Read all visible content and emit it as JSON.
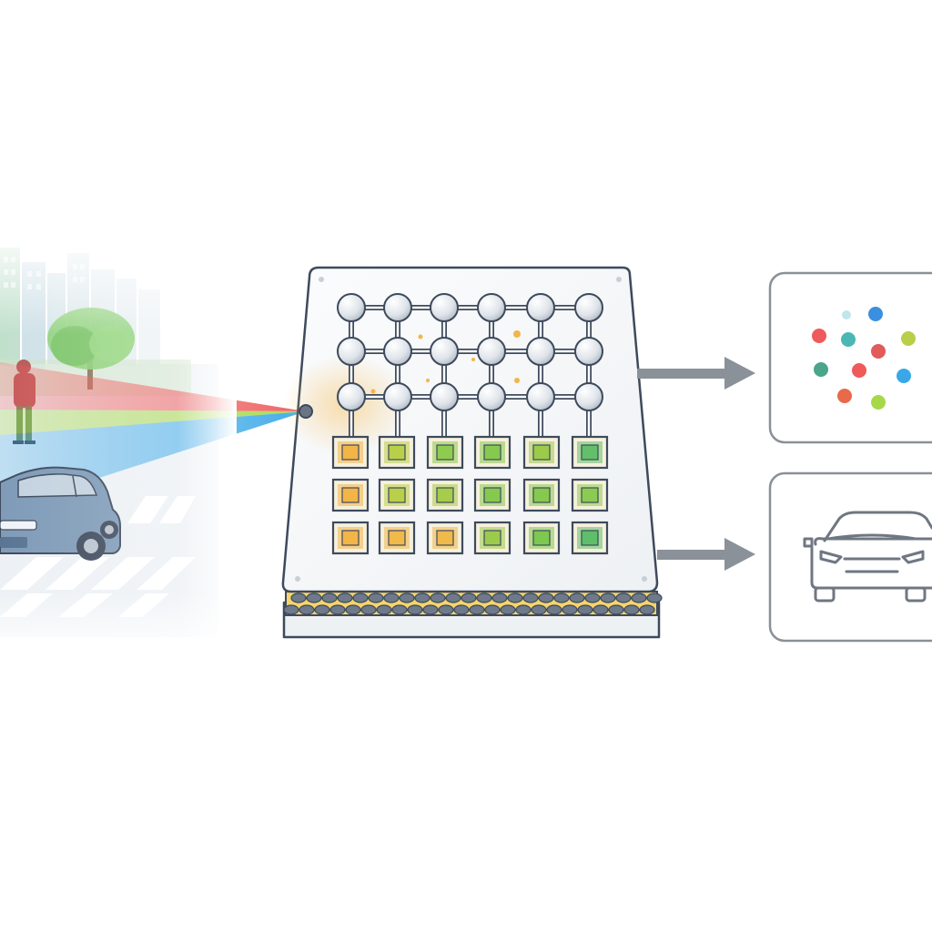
{
  "colors": {
    "background": "#ffffff",
    "outline": "#3e4a5c",
    "beam_red": "#ef5a5a",
    "beam_green": "#a6d84a",
    "beam_blue": "#3aa8e8",
    "car_body": "#7f9bb8",
    "node": "#dfe4ea",
    "pixel_orange": "#f3b548",
    "pixel_green": "#7dc850",
    "arrow": "#8a9199",
    "panel_border": "#8a9098"
  },
  "scene": {
    "elements": [
      "city-buildings",
      "tree",
      "pedestrian",
      "car",
      "crosswalk"
    ],
    "beam_colors": [
      "red",
      "green",
      "blue"
    ]
  },
  "chip": {
    "node_rows": 3,
    "node_cols": 6,
    "pixel_rows": 3,
    "pixel_cols": 6,
    "pixel_colors": [
      [
        "#f3b548",
        "#b9cf4a",
        "#8fcb4e",
        "#86c94f",
        "#9ccb4c",
        "#63c06a"
      ],
      [
        "#f3b548",
        "#b9cf4a",
        "#a6cc4b",
        "#86c94f",
        "#86c94f",
        "#8ccb52"
      ],
      [
        "#f3b548",
        "#f1b84a",
        "#f1b84a",
        "#9ccb4c",
        "#7dc850",
        "#5ebf6a"
      ]
    ]
  },
  "outputs": [
    {
      "kind": "point-cloud",
      "icon": "scatter-dots-icon",
      "dot_colors": [
        "#ef5a5a",
        "#4ab7b4",
        "#3a8fe0",
        "#b9cf4a",
        "#e25a5a",
        "#4aa58a",
        "#3aa8e8",
        "#e86a4a",
        "#a6d84a",
        "#bfe6ea"
      ]
    },
    {
      "kind": "detected-object",
      "icon": "car-outline-icon"
    }
  ]
}
